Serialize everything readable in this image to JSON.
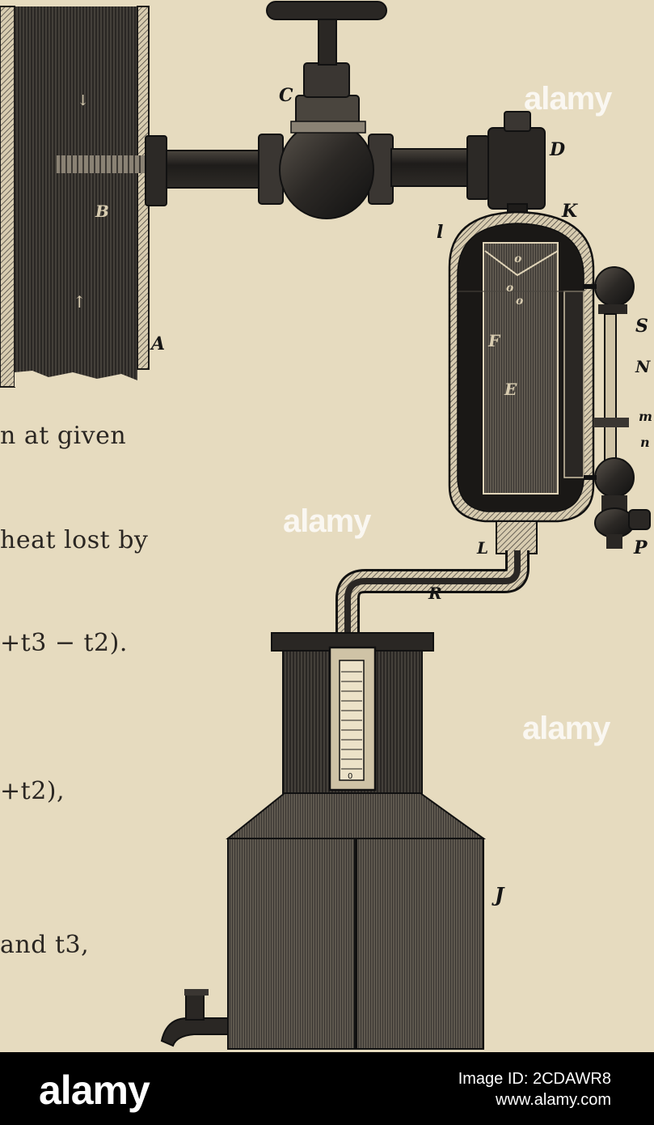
{
  "figure": {
    "labels": {
      "A": "A",
      "B": "B",
      "C": "C",
      "D": "D",
      "K": "K",
      "l": "l",
      "S": "S",
      "N": "N",
      "m": "m",
      "n": "n",
      "F": "F",
      "E": "E",
      "o1": "o",
      "o2": "o",
      "o3": "o",
      "P": "P",
      "L": "L",
      "R": "R",
      "J": "J",
      "scale_zero": "0"
    }
  },
  "text_fragments": {
    "line1": "n at given",
    "line2": "heat lost by",
    "line3": "+t3 − t2).",
    "line4": "+t2),",
    "line5": "and t3,"
  },
  "watermarks": [
    "alamy",
    "alamy",
    "alamy",
    "alamy"
  ],
  "footer": {
    "logo": "alamy",
    "image_id": "Image ID: 2CDAWR8",
    "url": "www.alamy.com"
  },
  "colors": {
    "paper": "#e6dbbf",
    "ink": "#1c1a18",
    "footer_bg": "#000000"
  }
}
